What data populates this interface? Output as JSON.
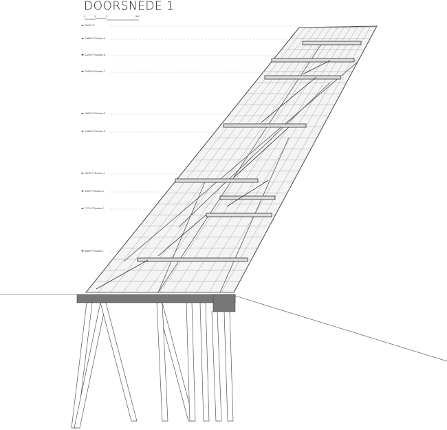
{
  "title": "DOORSNEDE 1",
  "scale_bar": {
    "ticks": [
      "0",
      "1",
      "2",
      "5M"
    ]
  },
  "levels": [
    {
      "label": "26181+P"
    },
    {
      "label": "23860+P Bordes 9"
    },
    {
      "label": "22200+P Bordes 8"
    },
    {
      "label": "20035+P Bordes 7"
    },
    {
      "label": "16000+P Bordes 6"
    },
    {
      "label": "14985+P Bordes 5"
    },
    {
      "label": "11100+P Bordes 4"
    },
    {
      "label": "9400+P Bordes 3"
    },
    {
      "label": "7770+P Bordes 2"
    },
    {
      "label": "3885+P Bordes 1"
    }
  ],
  "colors": {
    "line": "#555555",
    "foundation": "#777777",
    "fill": "#f2f2f2"
  }
}
